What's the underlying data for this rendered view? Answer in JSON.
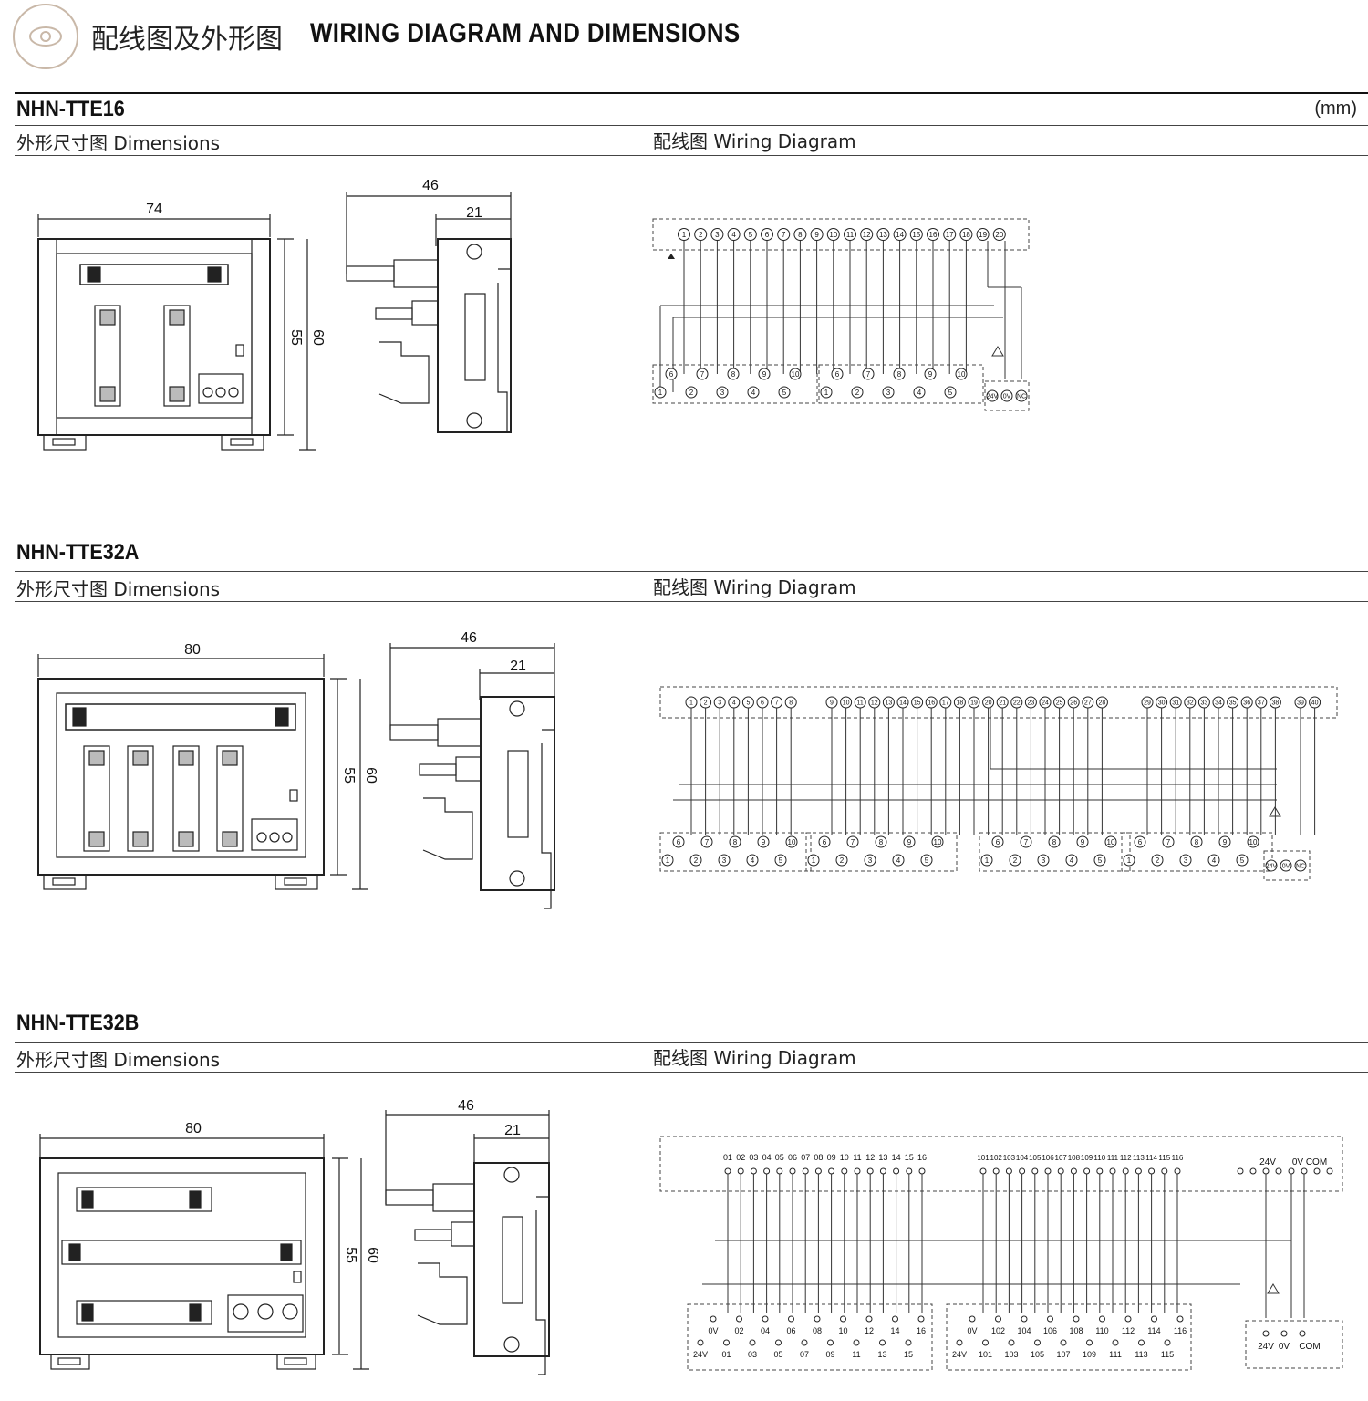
{
  "header": {
    "title_cn": "配线图及外形图",
    "title_en": "WIRING DIAGRAM AND DIMENSIONS",
    "unit": "(mm)"
  },
  "labels": {
    "dimensions": "外形尺寸图 Dimensions",
    "wiring": "配线图 Wiring Diagram"
  },
  "sections": [
    {
      "model": "NHN-TTE16",
      "dims": {
        "width": "74",
        "depth": "46",
        "rail": "21",
        "h1": "55",
        "h2": "60"
      },
      "pins_top": [
        "1",
        "2",
        "3",
        "4",
        "5",
        "6",
        "7",
        "8",
        "9",
        "10",
        "11",
        "12",
        "13",
        "14",
        "15",
        "16",
        "17",
        "18",
        "19",
        "20"
      ],
      "block_top": [
        "6",
        "7",
        "8",
        "9",
        "10"
      ],
      "block_bottom": [
        "1",
        "2",
        "3",
        "4",
        "5"
      ],
      "power": [
        "24V",
        "0V",
        "NC"
      ]
    },
    {
      "model": "NHN-TTE32A",
      "dims": {
        "width": "80",
        "depth": "46",
        "rail": "21",
        "h1": "55",
        "h2": "60"
      },
      "pins_top": [
        "1",
        "2",
        "3",
        "4",
        "5",
        "6",
        "7",
        "8",
        "9",
        "10",
        "11",
        "12",
        "13",
        "14",
        "15",
        "16",
        "17",
        "18",
        "19",
        "20",
        "21",
        "22",
        "23",
        "24",
        "25",
        "26",
        "27",
        "28",
        "29",
        "30",
        "31",
        "32",
        "33",
        "34",
        "35",
        "36",
        "37",
        "38",
        "39",
        "40"
      ],
      "block_top": [
        "6",
        "7",
        "8",
        "9",
        "10"
      ],
      "block_bottom": [
        "1",
        "2",
        "3",
        "4",
        "5"
      ],
      "power": [
        "24V",
        "0V",
        "NC"
      ]
    },
    {
      "model": "NHN-TTE32B",
      "dims": {
        "width": "80",
        "depth": "46",
        "rail": "21",
        "h1": "55",
        "h2": "60"
      },
      "pins_top_a": [
        "01",
        "02",
        "03",
        "04",
        "05",
        "06",
        "07",
        "08",
        "09",
        "10",
        "11",
        "12",
        "13",
        "14",
        "15",
        "16"
      ],
      "pins_top_b": [
        "101",
        "102",
        "103",
        "104",
        "105",
        "106",
        "107",
        "108",
        "109",
        "110",
        "111",
        "112",
        "113",
        "114",
        "115",
        "116"
      ],
      "power_top": [
        "24V",
        "0V",
        "COM"
      ],
      "row_top_a": [
        "0V",
        "02",
        "04",
        "06",
        "08",
        "10",
        "12",
        "14",
        "16"
      ],
      "row_bot_a": [
        "24V",
        "01",
        "03",
        "05",
        "07",
        "09",
        "11",
        "13",
        "15"
      ],
      "row_top_b": [
        "0V",
        "102",
        "104",
        "106",
        "108",
        "110",
        "112",
        "114",
        "116"
      ],
      "row_bot_b": [
        "24V",
        "101",
        "103",
        "105",
        "107",
        "109",
        "111",
        "113",
        "115"
      ],
      "power_bottom": [
        "24V",
        "0V",
        "COM"
      ]
    }
  ]
}
